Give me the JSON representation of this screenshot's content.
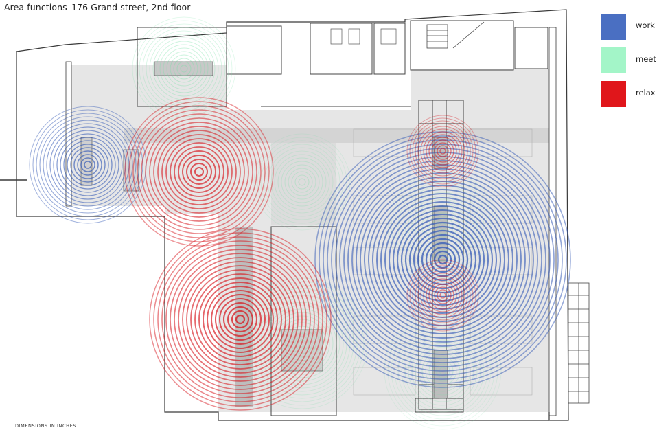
{
  "title": "Area functions_176 Grand street, 2nd floor",
  "footnote": "DIMENSIONS IN INCHES",
  "legend": [
    {
      "label": "work",
      "color": "#4a6fc2"
    },
    {
      "label": "meet",
      "color": "#a3f5c8"
    },
    {
      "label": "relax",
      "color": "#e0161b"
    }
  ],
  "colors": {
    "work": "#3b5fb8",
    "meet": "#7be0a8",
    "relax": "#d81b22",
    "wall": "#333333",
    "floor": "#e4e4e4"
  }
}
